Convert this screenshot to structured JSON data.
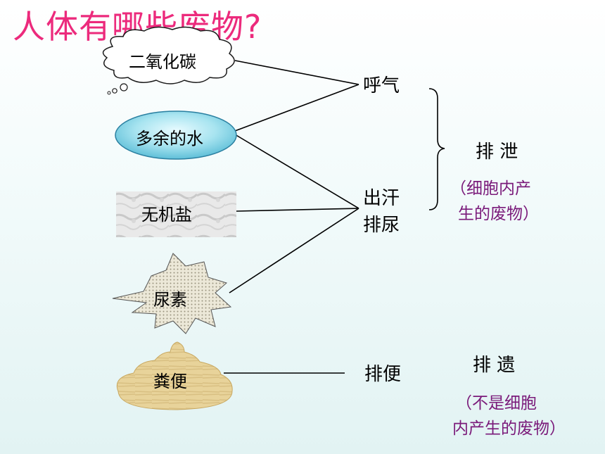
{
  "title": "人体有哪些废物?",
  "nodes": {
    "co2": "二氧化碳",
    "water": "多余的水",
    "salt": "无机盐",
    "urea": "尿素",
    "feces": "粪便"
  },
  "processes": {
    "breath": "呼气",
    "sweat": "出汗",
    "urine": "排尿",
    "defecation": "排便"
  },
  "categories": {
    "excretion": "排 泄",
    "excretion_note_1": "（细胞内产",
    "excretion_note_2": "生的废物）",
    "egestion": "排 遗",
    "egestion_note_1": "（不是细胞",
    "egestion_note_2": "内产生的废物）"
  },
  "colors": {
    "title": "#ec2a7c",
    "note": "#7a1a7a"
  }
}
